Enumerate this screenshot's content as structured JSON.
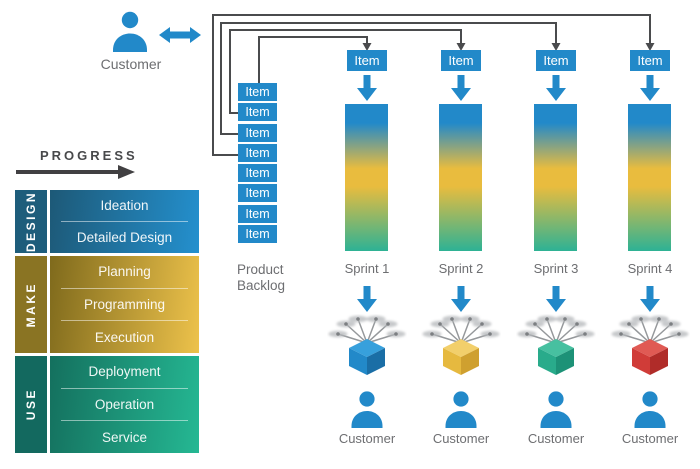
{
  "colors": {
    "blue": "#2289c9",
    "gold": "#e9bc3e",
    "teal": "#2db295",
    "red_cube": "#d03c38",
    "line_dark": "#4a4b4d",
    "text_gray": "#6d6e71",
    "design_dark": "#1d5977",
    "design_light": "#2490ce",
    "make_dark": "#7f6a1c",
    "make_light": "#edc24b",
    "use_dark": "#14705e",
    "use_light": "#25b893"
  },
  "top_customer": {
    "label": "Customer"
  },
  "progress": {
    "label": "PROGRESS"
  },
  "phase_table": {
    "phases": [
      {
        "name": "DESIGN",
        "rows": [
          "Ideation",
          "Detailed Design"
        ]
      },
      {
        "name": "MAKE",
        "rows": [
          "Planning",
          "Programming",
          "Execution"
        ]
      },
      {
        "name": "USE",
        "rows": [
          "Deployment",
          "Operation",
          "Service"
        ]
      }
    ]
  },
  "backlog": {
    "items": [
      "Item",
      "Item",
      "Item",
      "Item",
      "Item",
      "Item",
      "Item",
      "Item"
    ],
    "label_line1": "Product",
    "label_line2": "Backlog"
  },
  "sprints": [
    {
      "name": "Sprint 1",
      "item_label": "Item",
      "customer_label": "Customer",
      "cube_top": "#37a0dc",
      "cube_left": "#2289c9",
      "cube_right": "#1a6ea6"
    },
    {
      "name": "Sprint 2",
      "item_label": "Item",
      "customer_label": "Customer",
      "cube_top": "#f2cf6b",
      "cube_left": "#e6b93f",
      "cube_right": "#cfa02f"
    },
    {
      "name": "Sprint 3",
      "item_label": "Item",
      "customer_label": "Customer",
      "cube_top": "#47c0a0",
      "cube_left": "#29ab8b",
      "cube_right": "#1d9277"
    },
    {
      "name": "Sprint 4",
      "item_label": "Item",
      "customer_label": "Customer",
      "cube_top": "#e05a54",
      "cube_left": "#d03c38",
      "cube_right": "#b02c29"
    }
  ]
}
